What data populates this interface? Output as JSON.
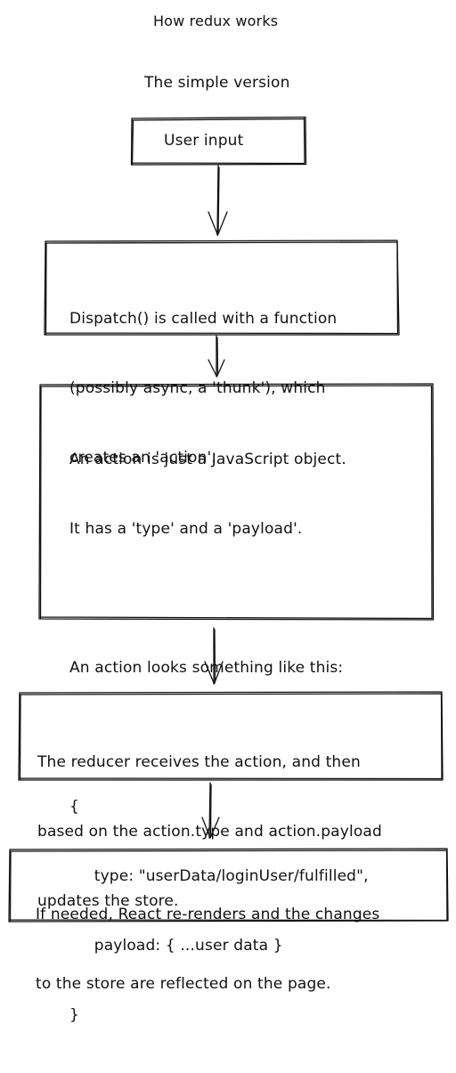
{
  "title": "How redux works",
  "subtitle": "The simple version",
  "steps": {
    "user_input": "User input",
    "dispatch": [
      "Dispatch() is called with a function",
      "(possibly async, a 'thunk'), which",
      "creates an 'action'."
    ],
    "action": [
      "An action is just a JavaScript object.",
      "It has a 'type' and a 'payload'.",
      "",
      "An action looks something like this:",
      "",
      "{",
      "     type: \"userData/loginUser/fulfilled\",",
      "     payload: { ...user data }",
      "}"
    ],
    "reducer": [
      "The reducer receives the action, and then",
      "based on the action.type and action.payload",
      "updates the store."
    ],
    "rerender": [
      "If needed, React re-renders and the changes",
      "to the store are reflected on the page."
    ]
  }
}
